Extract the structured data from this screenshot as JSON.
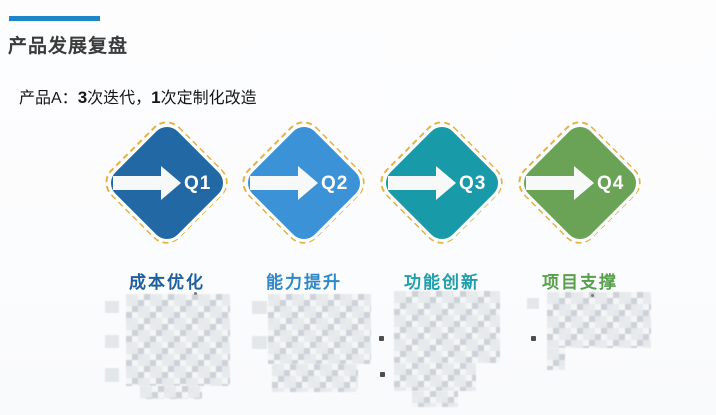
{
  "header": {
    "accent_color": "#1d86c8",
    "title": "产品发展复盘"
  },
  "subtitle": {
    "prefix": "产品A：",
    "count1": "3",
    "mid": "次迭代，",
    "count2": "1",
    "suffix": "次定制化改造"
  },
  "diagram": {
    "outline_color": "#e6b23f",
    "quarters": [
      {
        "badge": "Q1",
        "label": "成本优化",
        "diamond_color": "#2168a4",
        "label_color": "#1e5f9c"
      },
      {
        "badge": "Q2",
        "label": "能力提升",
        "diamond_color": "#3c92d6",
        "label_color": "#2f87c7"
      },
      {
        "badge": "Q3",
        "label": "功能创新",
        "diamond_color": "#189aa8",
        "label_color": "#1ea0ac"
      },
      {
        "badge": "Q4",
        "label": "项目支撑",
        "diamond_color": "#6aa355",
        "label_color": "#55a049"
      }
    ]
  }
}
